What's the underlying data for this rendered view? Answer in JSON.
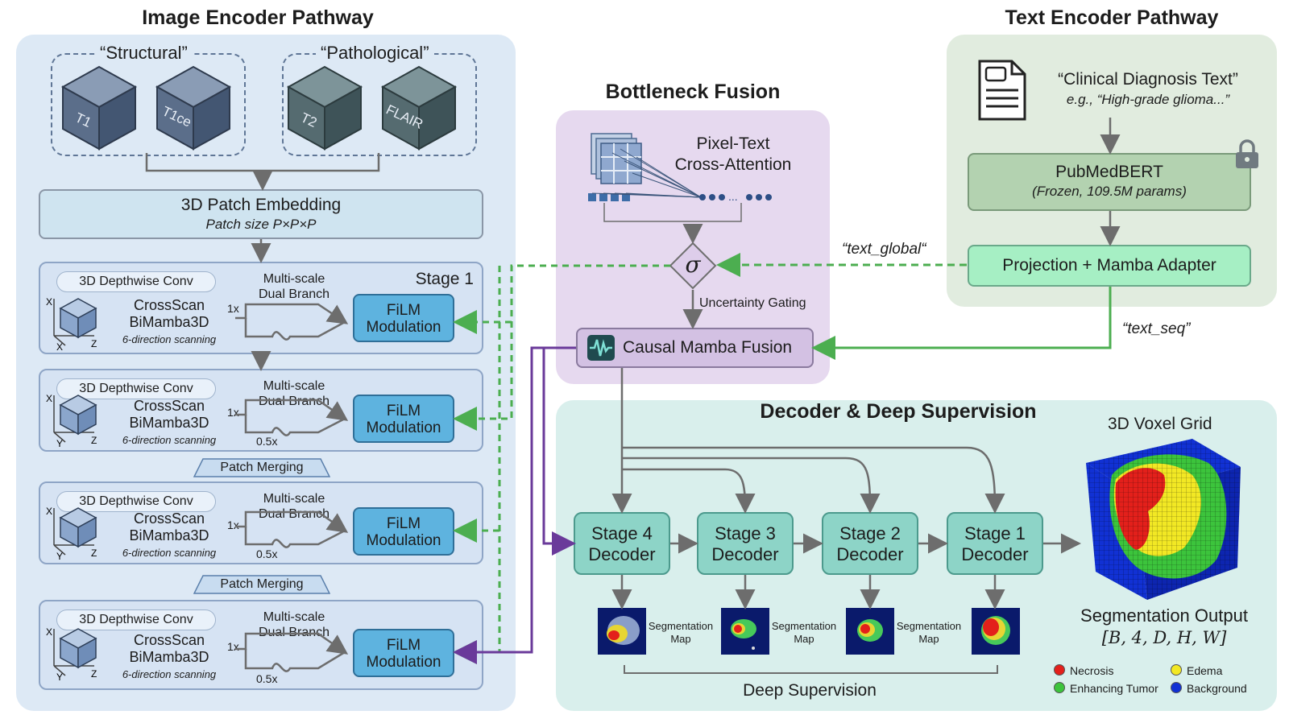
{
  "titles": {
    "image_encoder": "Image Encoder Pathway",
    "text_encoder": "Text Encoder Pathway",
    "bottleneck": "Bottleneck Fusion",
    "decoder": "Decoder & Deep Supervision"
  },
  "inputs": {
    "structural_label": "“Structural”",
    "pathological_label": "“Pathological”",
    "modalities": [
      "T1",
      "T1ce",
      "T2",
      "FLAIR"
    ]
  },
  "patch_embedding": {
    "title": "3D Patch Embedding",
    "subtitle": "Patch size P×P×P"
  },
  "encoder_stage": {
    "depthwise": "3D Depthwise Conv",
    "crossscan_line1": "CrossScan",
    "crossscan_line2": "BiMamba3D",
    "crossscan_note": "6-direction scanning",
    "multiscale_line1": "Multi-scale",
    "multiscale_line2": "Dual Branch",
    "scale_1x": "1x",
    "scale_05x": "0.5x",
    "film_line1": "FiLM",
    "film_line2": "Modulation",
    "stage1_label": "Stage 1",
    "axis_x": "X",
    "axis_y": "Y",
    "axis_z": "Z"
  },
  "patch_merging": "Patch Merging",
  "text_pathway": {
    "input_line1": "“Clinical Diagnosis Text”",
    "input_line2": "e.g., “High-grade glioma...”",
    "pubmedbert": "PubMedBERT",
    "pubmedbert_note": "(Frozen, 109.5M params)",
    "projection": "Projection + Mamba Adapter",
    "text_global": "“text_global“",
    "text_seq": "“text_seq”"
  },
  "bottleneck": {
    "attention_line1": "Pixel-Text",
    "attention_line2": "Cross-Attention",
    "sigma": "σ",
    "gating": "Uncertainty Gating",
    "causal": "Causal Mamba Fusion"
  },
  "decoder": {
    "stages": [
      {
        "line1": "Stage 4",
        "line2": "Decoder"
      },
      {
        "line1": "Stage 3",
        "line2": "Decoder"
      },
      {
        "line1": "Stage 2",
        "line2": "Decoder"
      },
      {
        "line1": "Stage 1",
        "line2": "Decoder"
      }
    ],
    "segmap_line1": "Segmentation",
    "segmap_line2": "Map",
    "deep_supervision": "Deep Supervision",
    "voxel_title": "3D Voxel Grid",
    "output_title": "Segmentation Output",
    "output_shape": "[B, 4, D, H, W]"
  },
  "legend": [
    {
      "label": "Necrosis",
      "color": "#e3201b"
    },
    {
      "label": "Edema",
      "color": "#f2e824"
    },
    {
      "label": "Enhancing Tumor",
      "color": "#3cc43c"
    },
    {
      "label": "Background",
      "color": "#1131d4"
    }
  ],
  "colors": {
    "text_link": "#4cae50",
    "mamba_link": "#6a3a9a",
    "arrow": "#6d6d6d"
  }
}
